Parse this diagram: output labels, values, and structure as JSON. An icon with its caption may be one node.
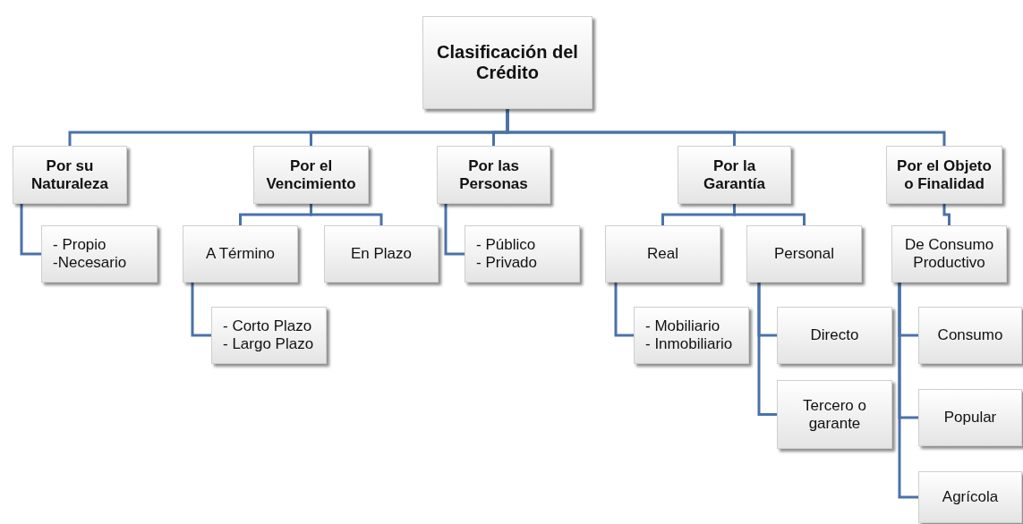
{
  "diagram": {
    "nodes": [
      {
        "text": [
          "Clasificación del Crédito"
        ]
      },
      {
        "text": [
          "Por su Naturaleza"
        ]
      },
      {
        "text": [
          "Por el Vencimiento"
        ]
      },
      {
        "text": [
          "Por las Personas"
        ]
      },
      {
        "text": [
          "Por la Garantía"
        ]
      },
      {
        "text": [
          "Por el Objeto o Finalidad"
        ]
      },
      {
        "text": [
          "-  Propio",
          "-Necesario"
        ]
      },
      {
        "text": [
          "A Término"
        ]
      },
      {
        "text": [
          "En Plazo"
        ]
      },
      {
        "text": [
          "- Público",
          "- Privado"
        ]
      },
      {
        "text": [
          "Real"
        ]
      },
      {
        "text": [
          "Personal"
        ]
      },
      {
        "text": [
          "De Consumo Productivo"
        ]
      },
      {
        "text": [
          "- Corto Plazo",
          "- Largo Plazo"
        ]
      },
      {
        "text": [
          "- Mobiliario",
          "- Inmobiliario"
        ]
      },
      {
        "text": [
          "Directo"
        ]
      },
      {
        "text": [
          "Tercero o garante"
        ]
      },
      {
        "text": [
          "Consumo"
        ]
      },
      {
        "text": [
          "Popular"
        ]
      },
      {
        "text": [
          "Agrícola"
        ]
      }
    ],
    "edges": [
      {
        "from": 0,
        "to": 1,
        "arrow": "none"
      },
      {
        "from": 0,
        "to": 2,
        "arrow": "none"
      },
      {
        "from": 0,
        "to": 3,
        "arrow": "none"
      },
      {
        "from": 0,
        "to": 4,
        "arrow": "none"
      },
      {
        "from": 0,
        "to": 5,
        "arrow": "none"
      },
      {
        "from": 1,
        "to": 6,
        "arrow": "none"
      },
      {
        "from": 2,
        "to": 7,
        "arrow": "none"
      },
      {
        "from": 2,
        "to": 8,
        "arrow": "none"
      },
      {
        "from": 3,
        "to": 9,
        "arrow": "none"
      },
      {
        "from": 4,
        "to": 10,
        "arrow": "none"
      },
      {
        "from": 4,
        "to": 11,
        "arrow": "none"
      },
      {
        "from": 5,
        "to": 12,
        "arrow": "none"
      },
      {
        "from": 7,
        "to": 13,
        "arrow": "none"
      },
      {
        "from": 10,
        "to": 14,
        "arrow": "none"
      },
      {
        "from": 11,
        "to": 15,
        "arrow": "none"
      },
      {
        "from": 11,
        "to": 16,
        "arrow": "none"
      },
      {
        "from": 12,
        "to": 17,
        "arrow": "none"
      },
      {
        "from": 12,
        "to": 18,
        "arrow": "none"
      },
      {
        "from": 12,
        "to": 19,
        "arrow": "none"
      }
    ]
  }
}
